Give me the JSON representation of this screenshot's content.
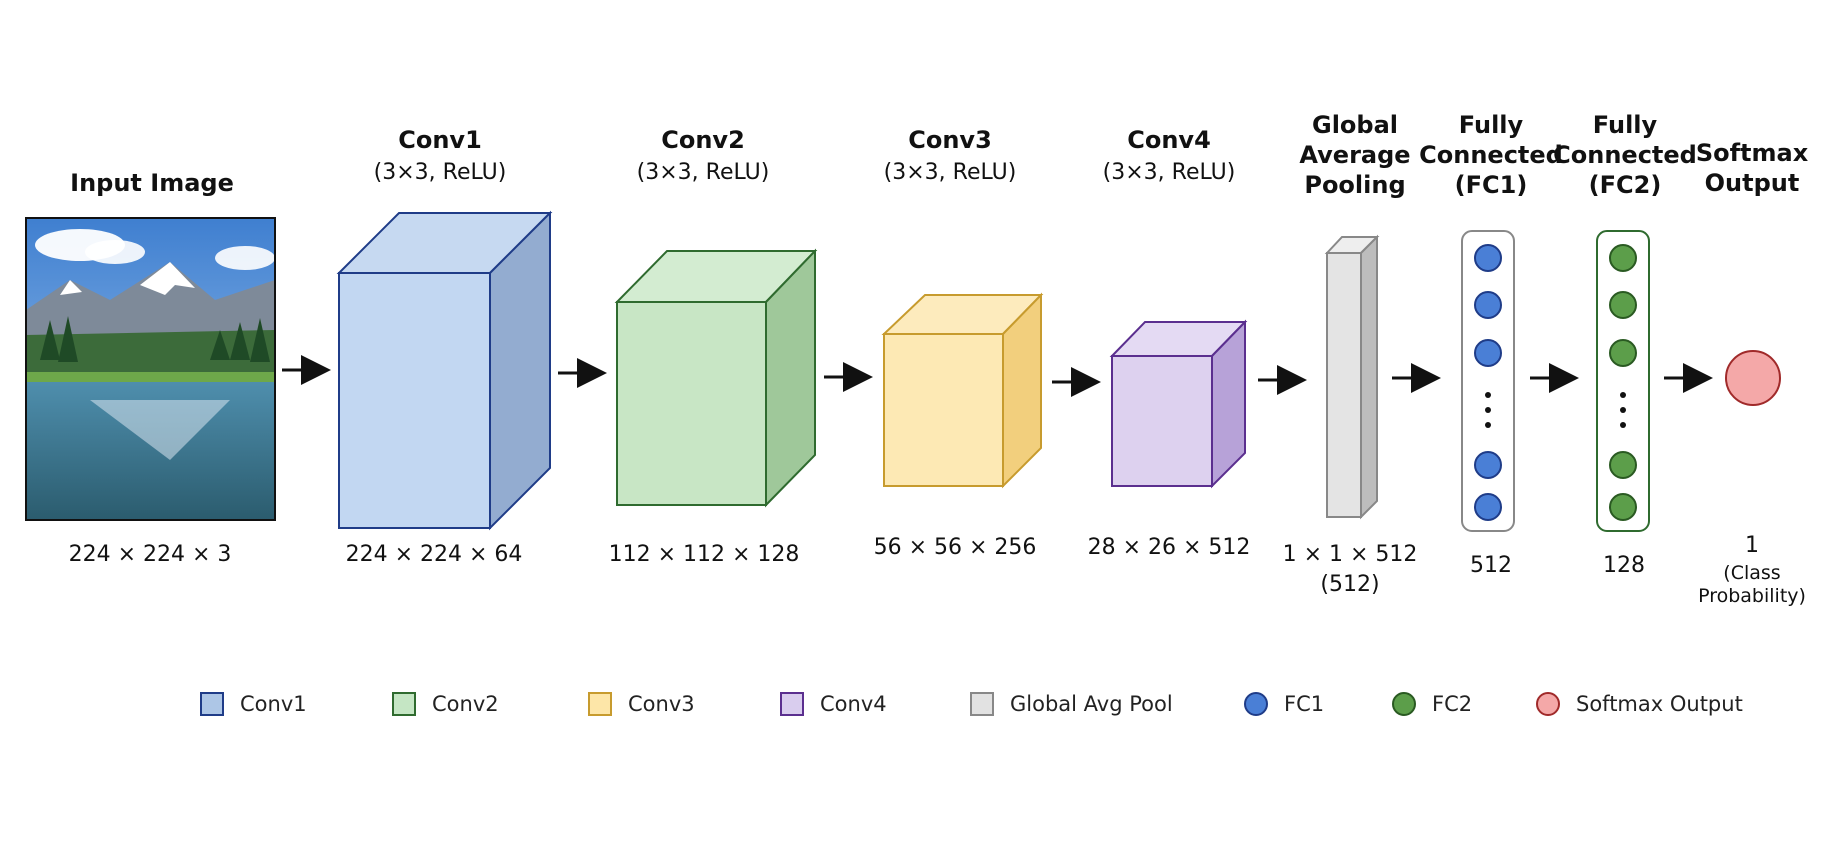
{
  "input": {
    "title": "Input Image",
    "dims": "224 × 224 × 3"
  },
  "conv1": {
    "title": "Conv1",
    "params": "(3×3, ReLU)",
    "dims": "224 × 224 × 64"
  },
  "conv2": {
    "title": "Conv2",
    "params": "(3×3, ReLU)",
    "dims": "112 × 112 × 128"
  },
  "conv3": {
    "title": "Conv3",
    "params": "(3×3, ReLU)",
    "dims": "56 × 56 × 256"
  },
  "conv4": {
    "title": "Conv4",
    "params": "(3×3, ReLU)",
    "dims": "28 × 26 × 512"
  },
  "gap": {
    "title": "Global\nAverage\nPooling",
    "dims": "1 × 1 × 512\n(512)"
  },
  "fc1": {
    "title": "Fully\nConnected\n(FC1)",
    "dims": "512"
  },
  "fc2": {
    "title": "Fully\nConnected\n(FC2)",
    "dims": "128"
  },
  "softmax": {
    "title": "Softmax\nOutput",
    "dims_main": "1",
    "dims_sub": "(Class\nProbability)"
  },
  "legend": [
    {
      "label": "Conv1",
      "fill": "#adc6e6",
      "stroke": "#1f3c88",
      "shape": "square"
    },
    {
      "label": "Conv2",
      "fill": "#c5e6c4",
      "stroke": "#2f6b2f",
      "shape": "square"
    },
    {
      "label": "Conv3",
      "fill": "#fde6a8",
      "stroke": "#c79b2e",
      "shape": "square"
    },
    {
      "label": "Conv4",
      "fill": "#d9cdee",
      "stroke": "#5b2f8f",
      "shape": "square"
    },
    {
      "label": "Global Avg Pool",
      "fill": "#e2e2e2",
      "stroke": "#888888",
      "shape": "square"
    },
    {
      "label": "FC1",
      "fill": "#4a7fd6",
      "stroke": "#1f3c88",
      "shape": "circle"
    },
    {
      "label": "FC2",
      "fill": "#5c9e4a",
      "stroke": "#2a5a22",
      "shape": "circle"
    },
    {
      "label": "Softmax Output",
      "fill": "#f4a8a8",
      "stroke": "#a02a2a",
      "shape": "circle"
    }
  ]
}
